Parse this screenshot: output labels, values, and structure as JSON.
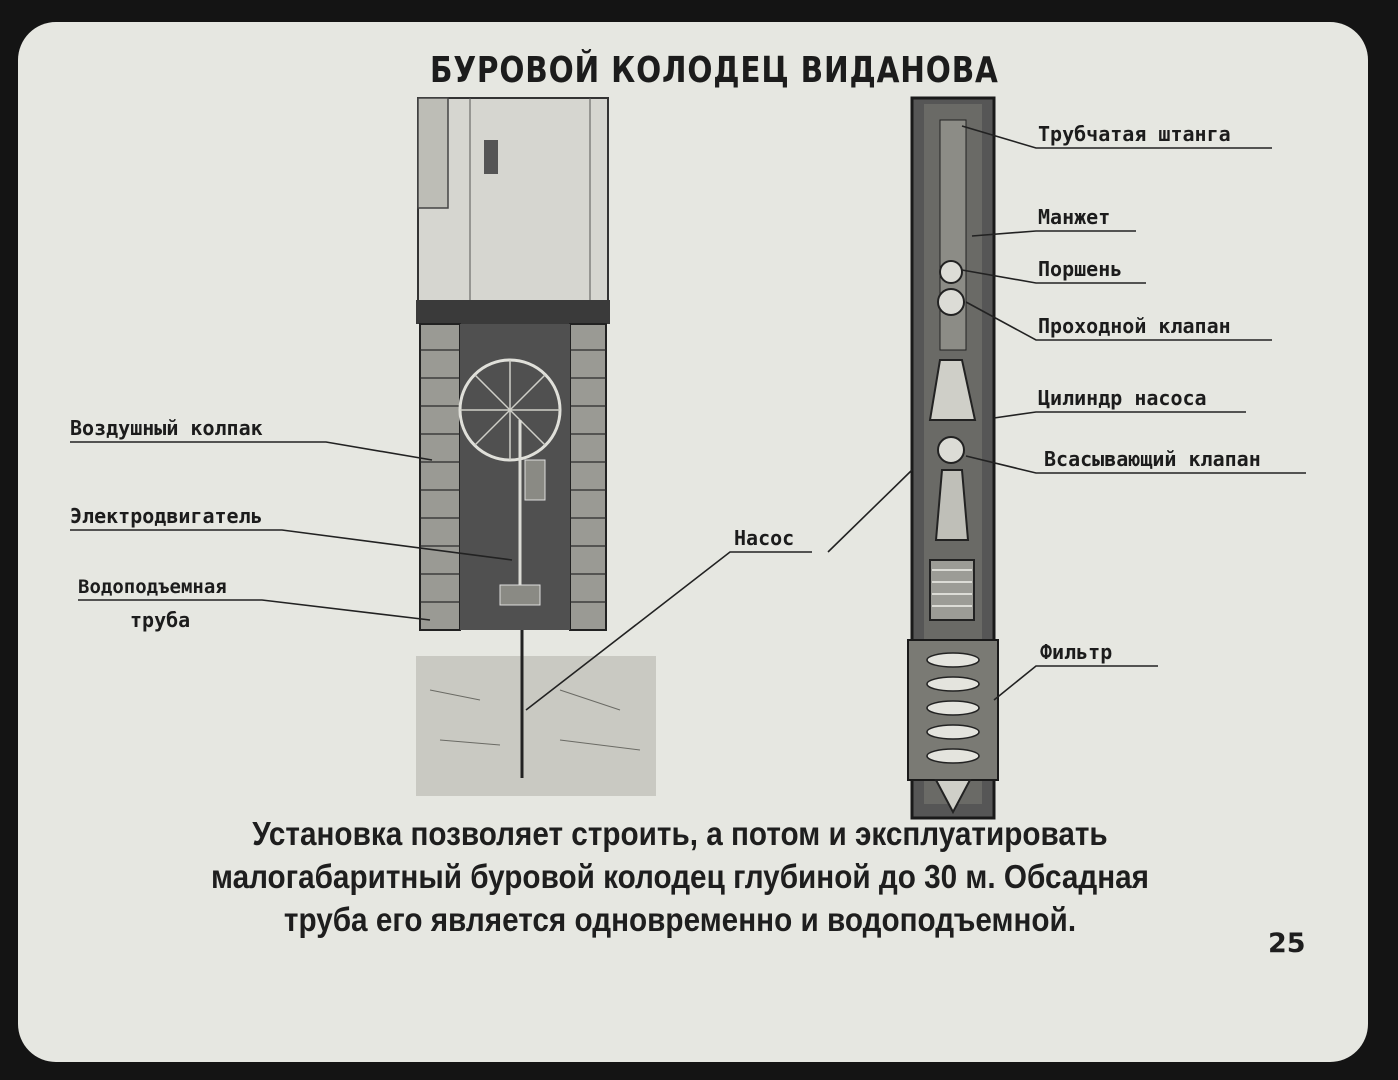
{
  "slide": {
    "title": "БУРОВОЙ КОЛОДЕЦ ВИДАНОВА",
    "labels": {
      "air_cap": "Воздушный колпак",
      "motor": "Электродвигатель",
      "riser_line1": "Водоподъемная",
      "riser_line2": "труба",
      "pump": "Насос",
      "rod": "Трубчатая штанга",
      "cuff": "Манжет",
      "piston": "Поршень",
      "pass_valve": "Проходной клапан",
      "cylinder": "Цилиндр насоса",
      "suction_valve": "Всасывающий клапан",
      "filter": "Фильтр"
    },
    "caption": "Установка позволяет строить, а потом и эксплуатировать малогабаритный буровой колодец глубиной до 30 м. Обсадная труба его является одновременно и водоподъемной.",
    "page_number": "25"
  },
  "colors": {
    "background": "#141414",
    "slide": "#e6e7e1",
    "ink": "#1c1c1c"
  }
}
